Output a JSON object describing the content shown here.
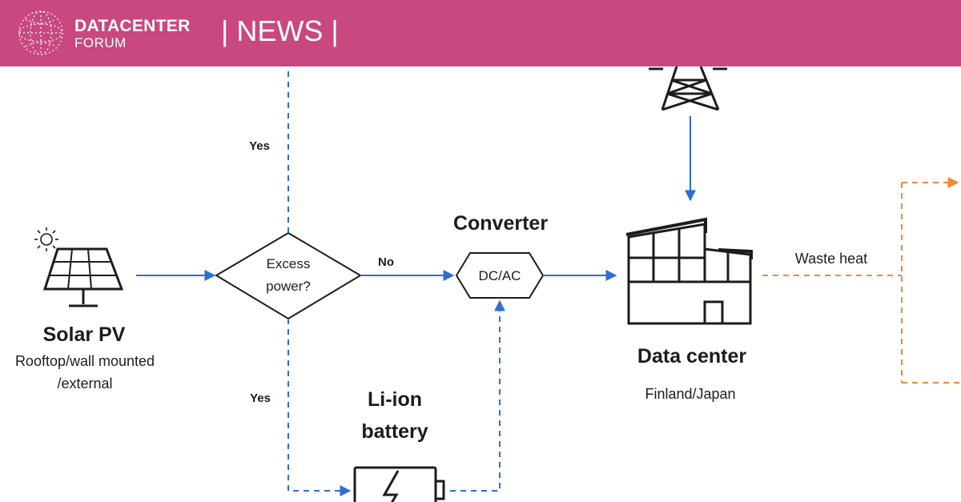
{
  "header": {
    "brand_main": "DATACENTER",
    "brand_sub": "FORUM",
    "section": "| NEWS |",
    "background_color": "#c8487f"
  },
  "diagram": {
    "solar_pv": {
      "title": "Solar PV",
      "subtitle_line1": "Rooftop/wall mounted",
      "subtitle_line2": "/external"
    },
    "decision": {
      "line1": "Excess",
      "line2": "power?"
    },
    "edge_yes_up": "Yes",
    "edge_yes_down": "Yes",
    "edge_no": "No",
    "converter": {
      "title": "Converter",
      "label": "DC/AC"
    },
    "battery": {
      "title_line1": "Li-ion",
      "title_line2": "battery"
    },
    "data_center": {
      "title": "Data center",
      "subtitle": "Finland/Japan"
    },
    "waste_heat": "Waste heat",
    "colors": {
      "power_flow": "#2f6fd1",
      "heat_flow": "#f28a2e",
      "outline": "#1c1c1c"
    },
    "icons": [
      "sun-icon",
      "solar-panel-icon",
      "transmission-tower-icon",
      "factory-icon",
      "battery-bolt-icon"
    ]
  }
}
